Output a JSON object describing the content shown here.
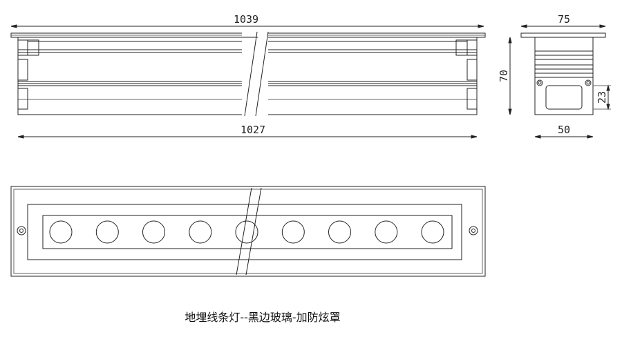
{
  "drawing": {
    "dimensions": {
      "top_length": "1039",
      "bottom_length": "1027",
      "side_width_top": "75",
      "side_height": "70",
      "side_inner_height": "23",
      "side_width_bottom": "50"
    },
    "led_count": 9,
    "caption": "地埋线条灯--黑边玻璃-加防炫罩"
  }
}
